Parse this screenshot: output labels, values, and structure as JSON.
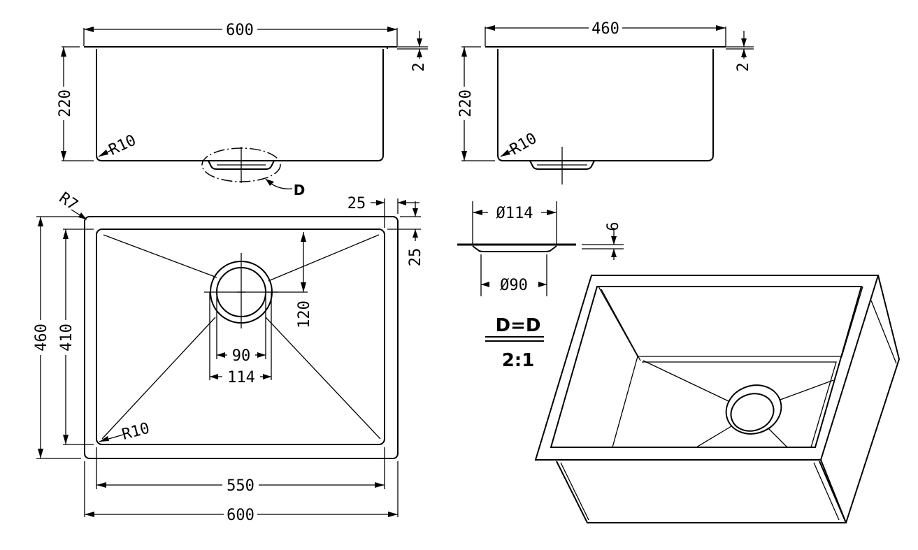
{
  "front_view": {
    "width_label": "600",
    "height_label": "220",
    "thickness_label": "2",
    "radius_label": "R10",
    "detail_label": "D"
  },
  "side_view": {
    "width_label": "460",
    "height_label": "220",
    "thickness_label": "2",
    "radius_label": "R10"
  },
  "top_view": {
    "corner_radius_label": "R7",
    "flange_x_label": "25",
    "flange_y_label": "25",
    "outer_height_label": "460",
    "inner_height_label": "410",
    "drain_offset_label": "120",
    "drain_inner_label": "90",
    "drain_outer_label": "114",
    "inner_radius_label": "R10",
    "inner_width_label": "550",
    "outer_width_label": "600"
  },
  "detail_view": {
    "outer_diameter_label": "Ø114",
    "inner_diameter_label": "Ø90",
    "depth_label": "6",
    "section_title": "D=D",
    "scale": "2:1"
  }
}
